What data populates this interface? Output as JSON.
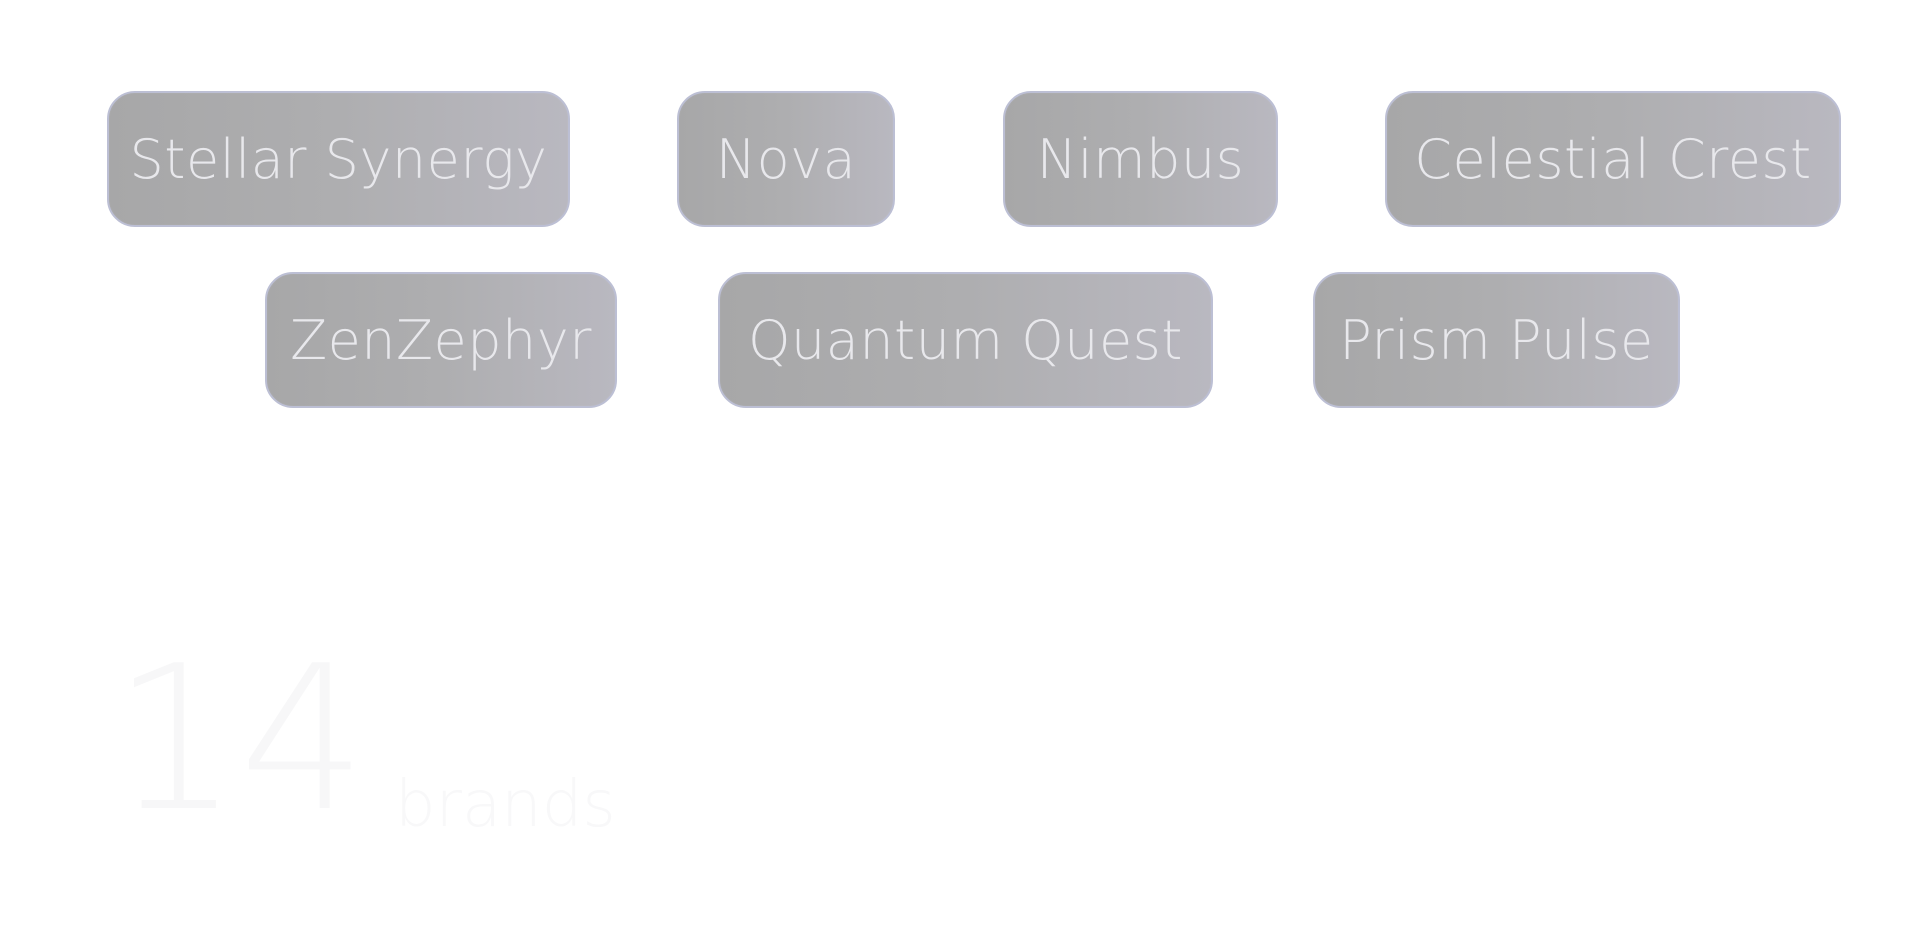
{
  "tags": {
    "row1": [
      {
        "label": "Stellar Synergy"
      },
      {
        "label": "Nova"
      },
      {
        "label": "Nimbus"
      },
      {
        "label": "Celestial Crest"
      }
    ],
    "row2": [
      {
        "label": "ZenZephyr"
      },
      {
        "label": "Quantum Quest"
      },
      {
        "label": "Prism Pulse"
      }
    ]
  },
  "stat": {
    "number": "14",
    "label": "brands"
  },
  "colors": {
    "tag_gradient_start": "#a7a7a8",
    "tag_gradient_end": "#b9b8c0",
    "tag_border": "#bcbfd4",
    "tag_text": "#e8e8ec",
    "background": "#ffffff"
  }
}
